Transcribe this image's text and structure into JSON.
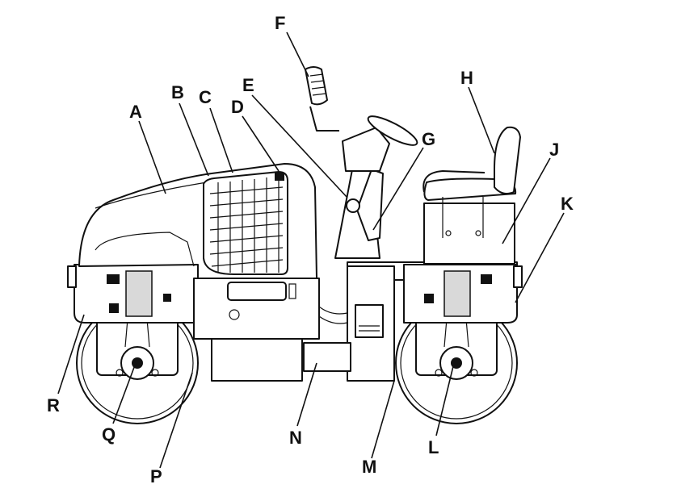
{
  "diagram": {
    "subject-icon": "tandem-drum-roller-side-view",
    "ink_color": "#111111",
    "background_color": "#ffffff",
    "callouts": [
      {
        "id": "A",
        "label": "A"
      },
      {
        "id": "B",
        "label": "B"
      },
      {
        "id": "C",
        "label": "C"
      },
      {
        "id": "D",
        "label": "D"
      },
      {
        "id": "E",
        "label": "E"
      },
      {
        "id": "F",
        "label": "F"
      },
      {
        "id": "G",
        "label": "G"
      },
      {
        "id": "H",
        "label": "H"
      },
      {
        "id": "J",
        "label": "J"
      },
      {
        "id": "K",
        "label": "K"
      },
      {
        "id": "L",
        "label": "L"
      },
      {
        "id": "M",
        "label": "M"
      },
      {
        "id": "N",
        "label": "N"
      },
      {
        "id": "P",
        "label": "P"
      },
      {
        "id": "Q",
        "label": "Q"
      },
      {
        "id": "R",
        "label": "R"
      }
    ]
  }
}
